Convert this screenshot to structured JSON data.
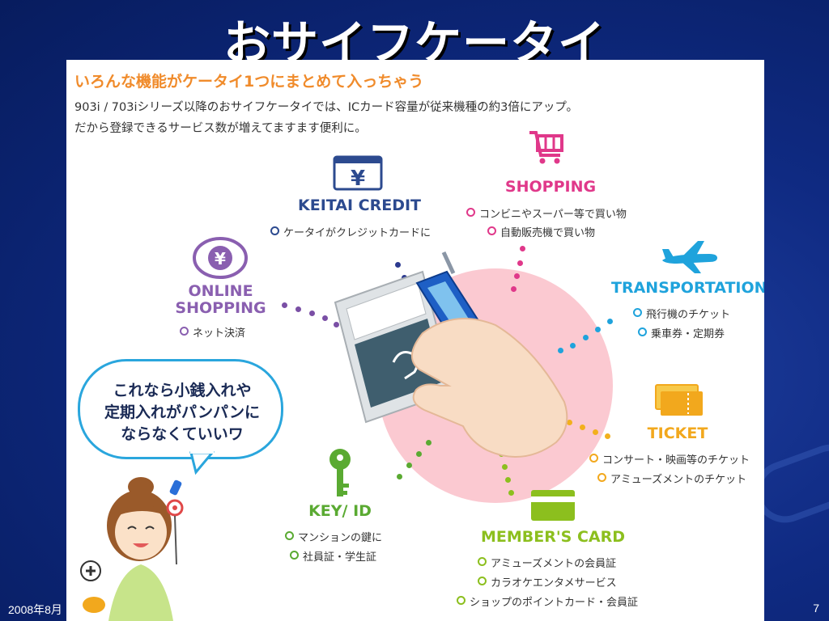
{
  "slide": {
    "title": "おサイフケータイ",
    "footer_date": "2008年8月",
    "page_number": "7"
  },
  "panel": {
    "headline": "いろんな機能がケータイ1つにまとめて入っちゃう",
    "intro_line1": "903i / 703iシリーズ以降のおサイフケータイでは、ICカード容量が従来機種の約3倍にアップ。",
    "intro_line2": "だから登録できるサービス数が増えてますます便利に。",
    "speech_bubble": [
      "これなら小銭入れや",
      "定期入れがパンパンに",
      "ならなくていいワ"
    ],
    "features": {
      "keitai_credit": {
        "label": "KEITAI CREDIT",
        "items": [
          "ケータイがクレジットカードに"
        ],
        "color": "#2c4a8f"
      },
      "shopping": {
        "label": "SHOPPING",
        "items": [
          "コンビニやスーパー等で買い物",
          "自動販売機で買い物"
        ],
        "color": "#e0388a"
      },
      "online_shopping": {
        "label_line1": "ONLINE",
        "label_line2": "SHOPPING",
        "items": [
          "ネット決済"
        ],
        "color": "#8a5fb0"
      },
      "transportation": {
        "label": "TRANSPORTATION",
        "items": [
          "飛行機のチケット",
          "乗車券・定期券"
        ],
        "color": "#1fa3dc"
      },
      "ticket": {
        "label": "TICKET",
        "items": [
          "コンサート・映画等のチケット",
          "アミューズメントのチケット"
        ],
        "color": "#f2a81d"
      },
      "key_id": {
        "label": "KEY/ ID",
        "items": [
          "マンションの鍵に",
          "社員証・学生証"
        ],
        "color": "#5aaa32"
      },
      "members_card": {
        "label": "MEMBER'S CARD",
        "items": [
          "アミューズメントの会員証",
          "カラオケエンタメサービス",
          "ショップのポイントカード・会員証"
        ],
        "color": "#8cbf1e"
      }
    }
  }
}
